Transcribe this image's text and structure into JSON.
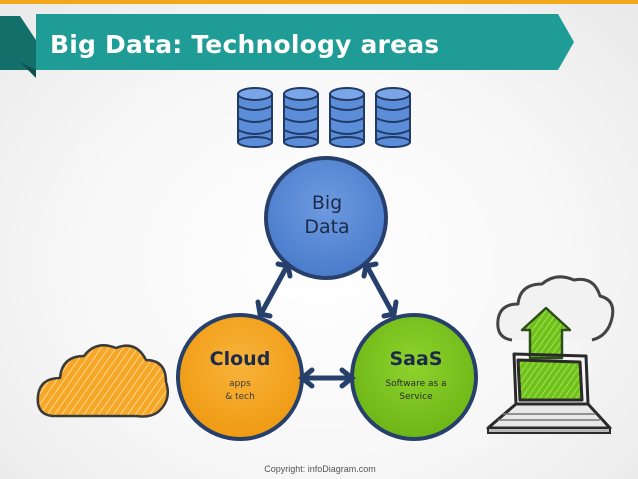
{
  "title": "Big Data: Technology areas",
  "nodes": {
    "big_data": {
      "label_line1": "Big",
      "label_line2": "Data"
    },
    "cloud": {
      "title": "Cloud",
      "sub_line1": "apps",
      "sub_line2": "& tech"
    },
    "saas": {
      "title": "SaaS",
      "sub_line1": "Software as a",
      "sub_line2": "Service"
    }
  },
  "footer": {
    "copyright": "Copyright: infoDiagram.com"
  },
  "colors": {
    "banner": "#1f9c95",
    "accent_top": "#f3a81b",
    "big_data": "#5b8dd9",
    "cloud": "#f5a623",
    "saas": "#7cc51d",
    "outline": "#27406b",
    "arrow": "#27406b"
  },
  "icons": [
    "database-icon",
    "cloud-icon",
    "upload-arrow-icon",
    "laptop-icon"
  ]
}
